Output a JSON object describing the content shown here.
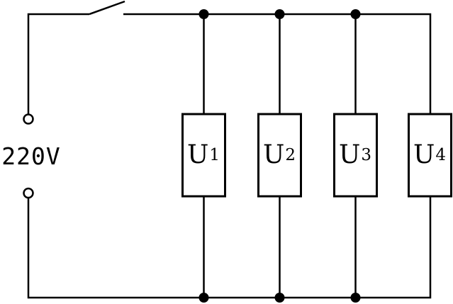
{
  "diagram": {
    "kind": "parallel circuit",
    "source_label": "220V",
    "switch_state": "open",
    "loads": [
      {
        "label": "U",
        "subscript": "1"
      },
      {
        "label": "U",
        "subscript": "2"
      },
      {
        "label": "U",
        "subscript": "3"
      },
      {
        "label": "U",
        "subscript": "4"
      }
    ],
    "colors": {
      "line": "#000000",
      "background": "#ffffff"
    }
  }
}
